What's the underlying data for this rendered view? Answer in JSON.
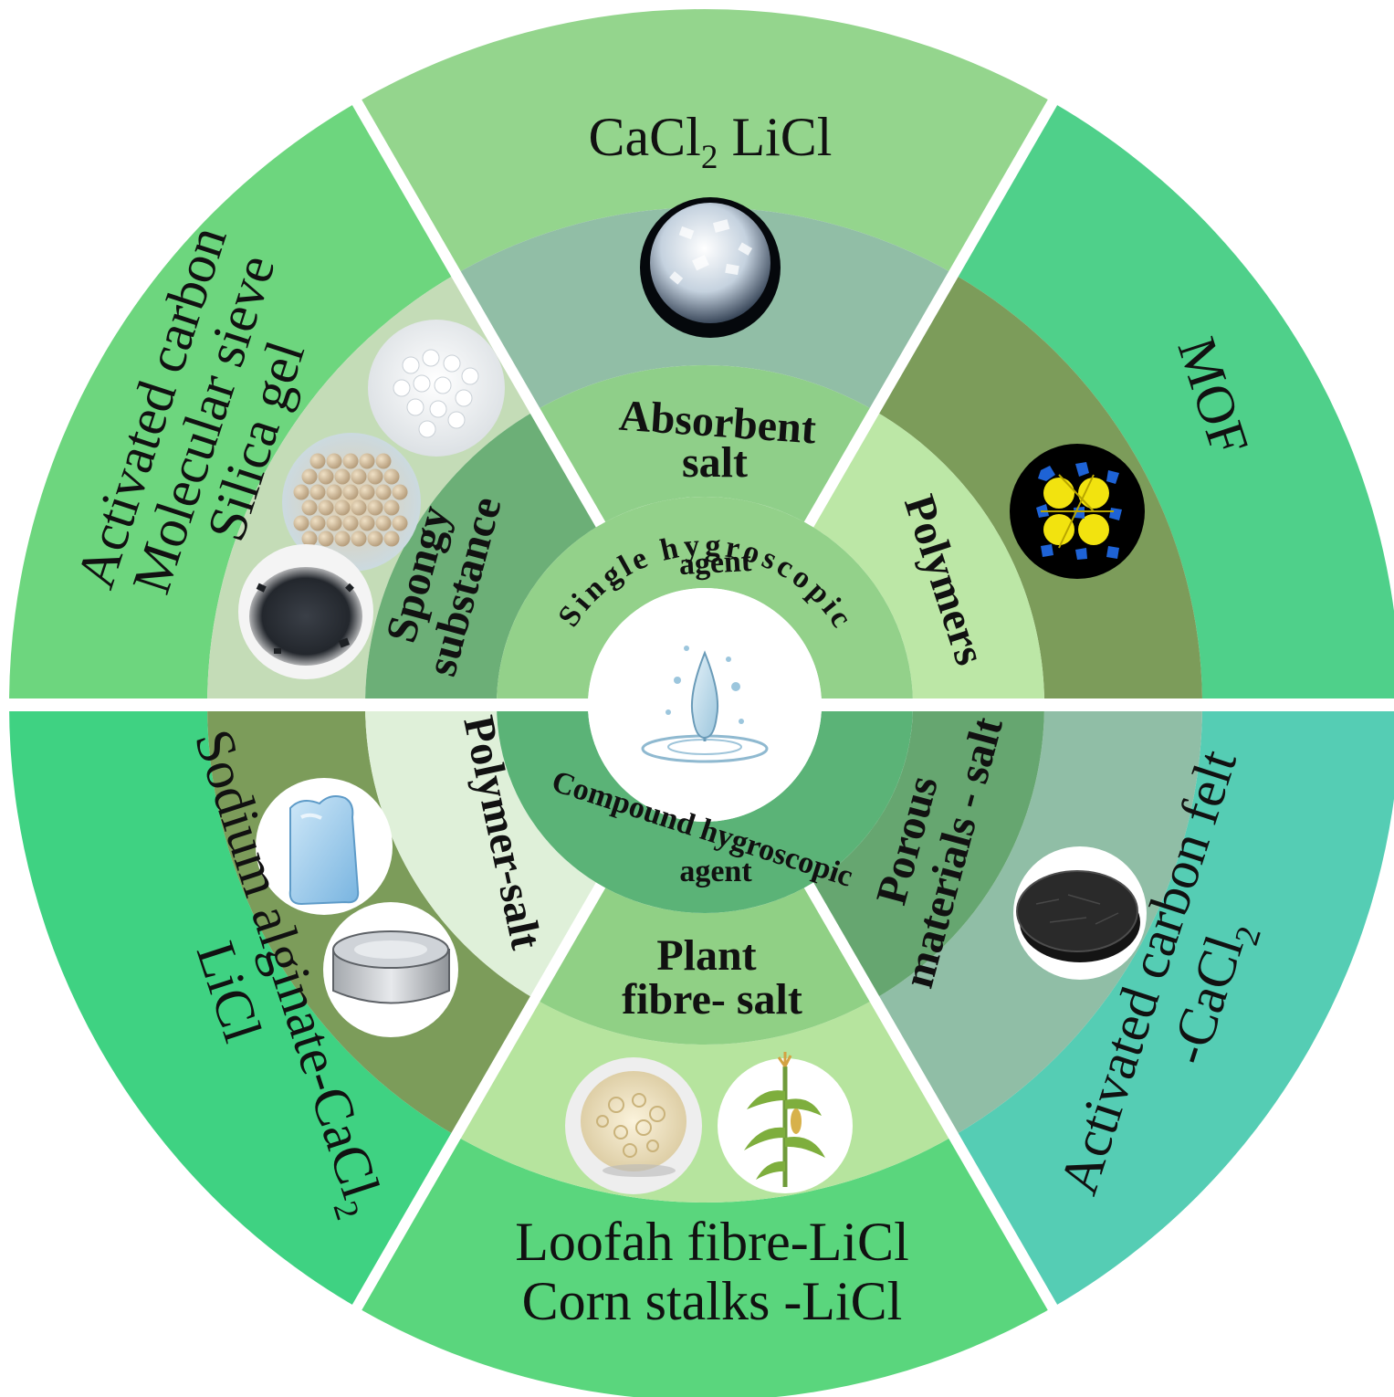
{
  "center": {
    "icon": "water-drop-icon",
    "upper_label_line1": "Single hygroscopic",
    "upper_label_line2": "agent",
    "lower_label_line1": "Compound hygroscopic",
    "lower_label_line2": "agent"
  },
  "single_agents": [
    {
      "id": "spongy",
      "category_lines": [
        "Spongy",
        "substance"
      ],
      "examples": [
        "Activated carbon",
        "Molecular sieve",
        "Silica gel"
      ],
      "images": [
        "silica-gel-beads-image",
        "molecular-sieve-beads-image",
        "activated-carbon-powder-image"
      ]
    },
    {
      "id": "salt",
      "category_lines": [
        "Absorbent",
        "salt"
      ],
      "examples_parts": [
        "CaCl",
        "2",
        " LiCl"
      ],
      "images": [
        "salt-crystals-image"
      ]
    },
    {
      "id": "polymers",
      "category_lines": [
        "Polymers"
      ],
      "examples": [
        "MOF"
      ],
      "images": [
        "mof-structure-image"
      ]
    }
  ],
  "compound_agents": [
    {
      "id": "polymer-salt",
      "category_lines": [
        "Polymer-salt"
      ],
      "examples_line1_parts": [
        "Sodium alginate-CaCl",
        "2"
      ],
      "examples_line2": "LiCl",
      "images": [
        "hydrogel-pad-image",
        "hydrogel-disc-image"
      ]
    },
    {
      "id": "plant-fibre-salt",
      "category_lines": [
        "Plant",
        "fibre- salt"
      ],
      "examples": [
        "Loofah fibre-LiCl",
        "Corn stalks -LiCl"
      ],
      "images": [
        "loofah-sponge-image",
        "corn-plant-image"
      ]
    },
    {
      "id": "porous-salt",
      "category_lines": [
        "Porous",
        "materials - salt"
      ],
      "examples_line1": "Activated carbon felt",
      "examples_line2_parts": [
        "-CaCl",
        "2"
      ],
      "images": [
        "carbon-felt-disc-image"
      ]
    }
  ],
  "colors": {
    "outer_spongy": "#6dd67e",
    "outer_salt": "#94d58d",
    "outer_mof": "#4fd08a",
    "outer_polymer_salt": "#3fd282",
    "outer_plant": "#5ad67d",
    "outer_porous": "#55cdb4",
    "band_spongy": "#c4dcb7",
    "band_salt": "#91bea6",
    "band_mof": "#7c9c5a",
    "band_polymer_salt": "#7c9c5a",
    "band_plant": "#b6e49e",
    "band_porous": "#90bea6",
    "cat_spongy": "#6caf77",
    "cat_salt": "#8fcf89",
    "cat_polymers": "#bce7a6",
    "cat_polymer_salt": "#dff0d9",
    "cat_plant": "#90d085",
    "cat_porous": "#66a670",
    "core_upper": "#93d18a",
    "core_lower": "#5bb377",
    "center_fill": "#ffffff",
    "divider": "#ffffff"
  }
}
